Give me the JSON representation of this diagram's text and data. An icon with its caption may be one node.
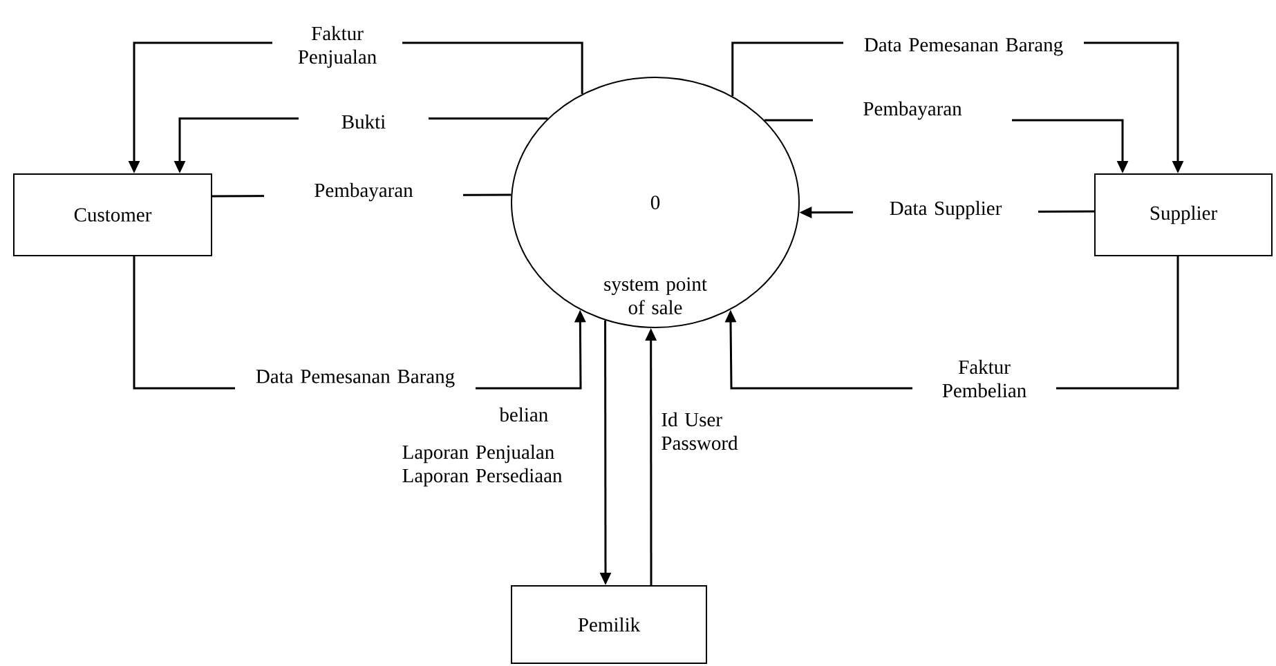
{
  "diagram": {
    "nodes": [
      {
        "text": [
          "Customer"
        ]
      },
      {
        "text": [
          "0",
          "system point of sale"
        ]
      },
      {
        "text": [
          "Supplier"
        ]
      },
      {
        "text": [
          "Pemilik"
        ]
      }
    ],
    "edges": [
      {
        "from": 1,
        "to": 0,
        "arrow": "to",
        "label": "Faktur Penjualan"
      },
      {
        "from": 1,
        "to": 0,
        "arrow": "to",
        "label": "Bukti"
      },
      {
        "from": 0,
        "to": 1,
        "arrow": "none",
        "label": "Pembayaran"
      },
      {
        "from": 0,
        "to": 1,
        "arrow": "to",
        "label": "Data Pemesanan Barang"
      },
      {
        "from": 1,
        "to": 2,
        "arrow": "to",
        "label": "Data Pemesanan Barang"
      },
      {
        "from": 1,
        "to": 2,
        "arrow": "to",
        "label": "Pembayaran"
      },
      {
        "from": 2,
        "to": 1,
        "arrow": "to",
        "label": "Data Supplier"
      },
      {
        "from": 2,
        "to": 1,
        "arrow": "to",
        "label": "Faktur Pembelian"
      },
      {
        "from": 1,
        "to": 3,
        "arrow": "to",
        "label": "Laporan Penjualan Laporan Persediaan"
      },
      {
        "from": 3,
        "to": 1,
        "arrow": "to",
        "label": "Id User Password"
      }
    ],
    "labels": [
      "belian"
    ]
  }
}
